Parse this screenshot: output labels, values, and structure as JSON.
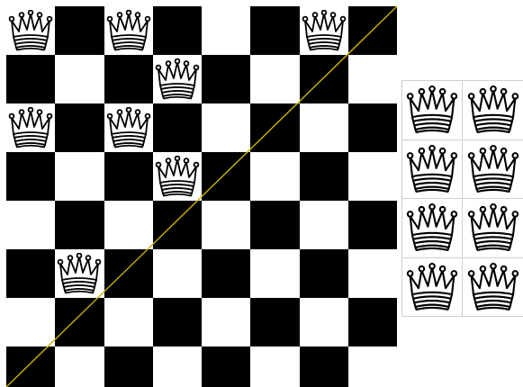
{
  "board": {
    "files": 8,
    "ranks": 8,
    "top_left_color": "light",
    "dark_color": "#000000",
    "light_color": "#ffffff",
    "queens": [
      {
        "row": 0,
        "col": 0
      },
      {
        "row": 0,
        "col": 2
      },
      {
        "row": 0,
        "col": 6
      },
      {
        "row": 1,
        "col": 3
      },
      {
        "row": 2,
        "col": 0
      },
      {
        "row": 2,
        "col": 2
      },
      {
        "row": 3,
        "col": 3
      },
      {
        "row": 5,
        "col": 1
      }
    ]
  },
  "diagonal": {
    "color": "#c8b400",
    "from_corner": "bottom-left",
    "to_corner": "top-right"
  },
  "reserve": {
    "queen_count": 8,
    "columns": 2
  },
  "piece": {
    "icon": "white-queen-icon",
    "fill": "#ffffff",
    "stroke": "#000000"
  }
}
